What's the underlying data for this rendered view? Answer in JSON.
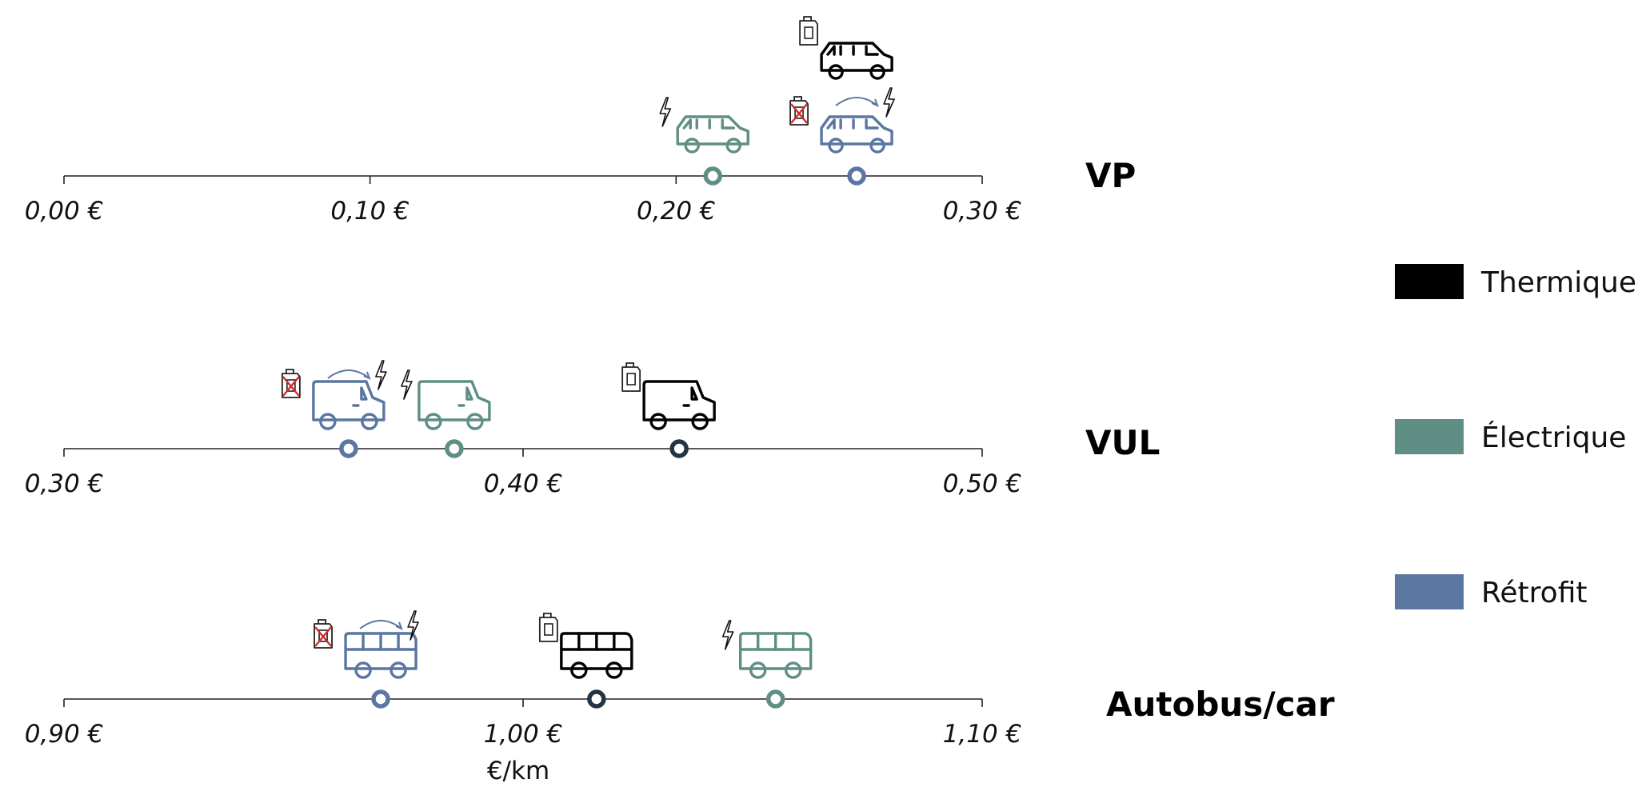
{
  "colors": {
    "Thermique": "#000000",
    "Électrique": "#5f8f84",
    "Rétrofit": "#5a76a1",
    "thermique_marker": "#243447",
    "fuel_icon": "#222222",
    "fuel_cross": "#d12b2b"
  },
  "icons": {
    "fuel": "jerrycan-icon",
    "no_fuel": "crossed-jerrycan-icon",
    "electric": "lightning-bolt-icon",
    "conversion": "curved-arrow-icon"
  },
  "chart_data": {
    "type": "scatter",
    "unit_label": "€/km",
    "legend": {
      "position": "right",
      "entries": [
        "Thermique",
        "Électrique",
        "Rétrofit"
      ]
    },
    "panels": [
      {
        "label": "VP",
        "vehicle": "car",
        "xlim": [
          0.0,
          0.3
        ],
        "ticks": [
          {
            "value": 0.0,
            "label": "0,00 €"
          },
          {
            "value": 0.1,
            "label": "0,10 €"
          },
          {
            "value": 0.2,
            "label": "0,20 €"
          },
          {
            "value": 0.3,
            "label": "0,30 €"
          }
        ],
        "points": [
          {
            "series": "Électrique",
            "x": 0.212
          },
          {
            "series": "Thermique",
            "x": 0.259
          },
          {
            "series": "Rétrofit",
            "x": 0.259
          }
        ]
      },
      {
        "label": "VUL",
        "vehicle": "van",
        "xlim": [
          0.3,
          0.5
        ],
        "ticks": [
          {
            "value": 0.3,
            "label": "0,30 €"
          },
          {
            "value": 0.4,
            "label": "0,40 €"
          },
          {
            "value": 0.5,
            "label": "0,50 €"
          }
        ],
        "points": [
          {
            "series": "Rétrofit",
            "x": 0.362
          },
          {
            "series": "Électrique",
            "x": 0.385
          },
          {
            "series": "Thermique",
            "x": 0.434
          }
        ]
      },
      {
        "label": "Autobus/car",
        "vehicle": "bus",
        "xlim": [
          0.9,
          1.1
        ],
        "ticks": [
          {
            "value": 0.9,
            "label": "0,90 €"
          },
          {
            "value": 1.0,
            "label": "1,00 €"
          },
          {
            "value": 1.1,
            "label": "1,10 €"
          }
        ],
        "points": [
          {
            "series": "Rétrofit",
            "x": 0.969
          },
          {
            "series": "Thermique",
            "x": 1.016
          },
          {
            "series": "Électrique",
            "x": 1.055
          }
        ]
      }
    ]
  }
}
